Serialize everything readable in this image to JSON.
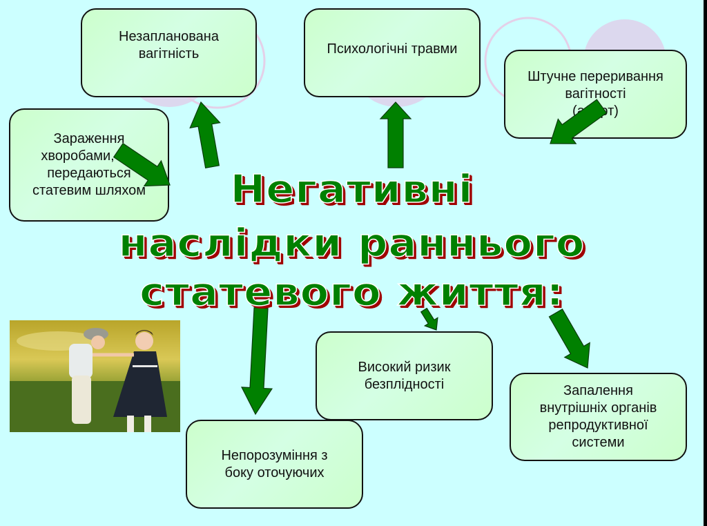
{
  "slide": {
    "background_color": "#ccffff",
    "title": {
      "line1": "Негативні",
      "line2": "наслідки раннього",
      "line3": "статевого життя:",
      "fill_color": "#008000",
      "shadow_color": "#a00000"
    },
    "consequences": [
      {
        "id": "unplanned-pregnancy",
        "text": "Незапланована\nвагітність"
      },
      {
        "id": "psychological-trauma",
        "text": "Психологічні травми"
      },
      {
        "id": "abortion",
        "text": "Штучне переривання\nвагітності\n(аборт)"
      },
      {
        "id": "std-infection",
        "text": "Зараження\nхворобами, що\nпередаються\nстатевим  шляхом"
      },
      {
        "id": "infertility-risk",
        "text": "Високий ризик\nбезплідності"
      },
      {
        "id": "reproductive-inflammation",
        "text": "Запалення\nвнутрішніх органів\nрепродуктивної\nсистеми"
      },
      {
        "id": "misunderstanding",
        "text": "Непорозуміння з\nбоку оточуючих"
      }
    ],
    "arrow_color": "#008000",
    "box_colors": {
      "fill": "#ccffcc",
      "border": "#111111"
    },
    "photo": {
      "description": "children-in-grass-photo"
    }
  }
}
